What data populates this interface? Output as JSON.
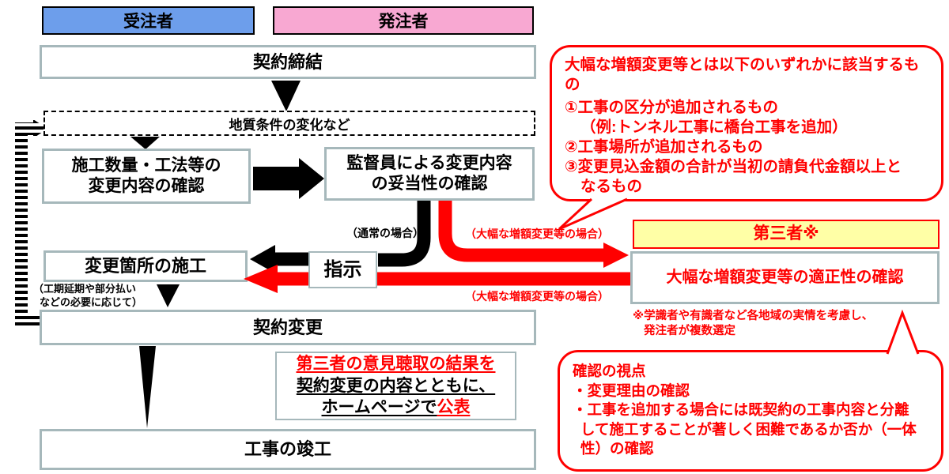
{
  "colors": {
    "contractor_fill": "#6d9eeb",
    "orderer_fill": "#f8a8d2",
    "third_party_fill": "#ffffa6",
    "box_border": "#a6b8bb",
    "accent_red": "#ff0000"
  },
  "headers": {
    "contractor": "受注者",
    "orderer": "発注者"
  },
  "flow": {
    "contract_conclusion": "契約締結",
    "geological_change": "地質条件の変化など",
    "quantity_check_line1": "施工数量・工法等の",
    "quantity_check_line2": "変更内容の確認",
    "supervisor_check_line1": "監督員による変更内容",
    "supervisor_check_line2": "の妥当性の確認",
    "changed_part_construction": "変更箇所の施工",
    "instruction": "指示",
    "contract_change": "契約変更",
    "completion": "工事の竣工"
  },
  "labels": {
    "normal_case": "（通常の場合）",
    "major_case_upper": "（大幅な増額変更等の場合）",
    "major_case_lower": "（大幅な増額変更等の場合）",
    "schedule_note_line1": "（工期延期や部分払い",
    "schedule_note_line2": "などの必要に応じて）"
  },
  "third_party": {
    "title": "第三者※",
    "check": "大幅な増額変更等の適正性の確認",
    "note_line1": "※学識者や有識者など各地域の実情を考慮し、",
    "note_line2": "発注者が複数選定"
  },
  "callout_major": {
    "title": "大幅な増額変更等とは以下のいずれかに該当するもの",
    "items": [
      "①工事の区分が追加されるもの",
      "（例:トンネル工事に橋台工事を追加）",
      "②工事場所が追加されるもの",
      "③変更見込金額の合計が当初の請負代金額以上と",
      "なるもの"
    ]
  },
  "callout_viewpoint": {
    "title": "確認の視点",
    "lines": [
      "・変更理由の確認",
      "・工事を追加する場合には既契約の工事内容と分離",
      "して施工することが著しく困難であるか否か（一体",
      "性）の確認"
    ]
  },
  "publication": {
    "line1": "第三者の意見聴取の結果を",
    "line2": "契約変更の内容とともに、",
    "line3_black": "ホームページで",
    "line3_red": "公表"
  }
}
